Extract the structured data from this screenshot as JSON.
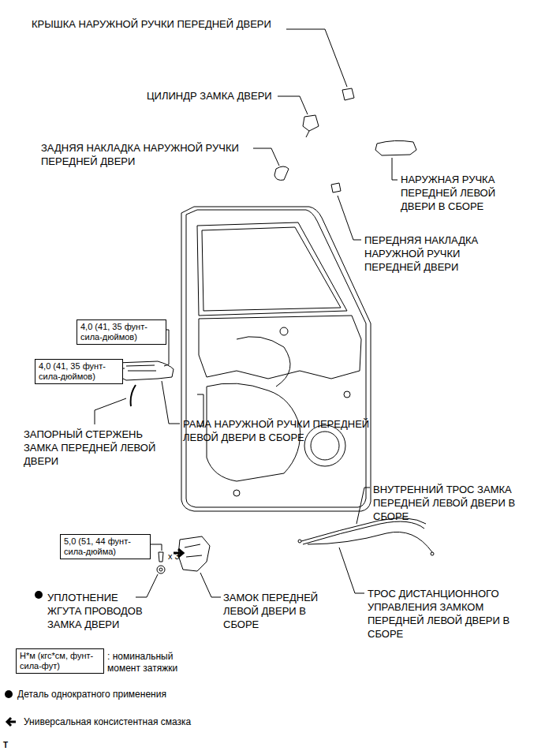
{
  "diagram": {
    "nodes": [
      {
        "text": [
          "4,0 (41, 35 фунт-сила-дюймов)"
        ]
      },
      {
        "text": [
          "4,0 (41, 35 фунт-сила-дюймов)"
        ]
      },
      {
        "text": [
          "5,0 (51, 44 фунт-сила-дюйма)"
        ]
      },
      {
        "text": [
          "Н*м (кгс*см, фунт-сила-фут)"
        ]
      }
    ],
    "labels": [
      "КРЫШКА НАРУЖНОЙ РУЧКИ ПЕРЕДНЕЙ ДВЕРИ",
      "ЦИЛИНДР ЗАМКА ДВЕРИ",
      "ЗАДНЯЯ НАКЛАДКА НАРУЖНОЙ РУЧКИ ПЕРЕДНЕЙ ДВЕРИ",
      "НАРУЖНАЯ РУЧКА ПЕРЕДНЕЙ ЛЕВОЙ ДВЕРИ В СБОРЕ",
      "ПЕРЕДНЯЯ НАКЛАДКА НАРУЖНОЙ РУЧКИ ПЕРЕДНЕЙ ДВЕРИ",
      "РАМА НАРУЖНОЙ РУЧКИ ПЕРЕДНЕЙ ЛЕВОЙ ДВЕРИ В СБОРЕ",
      "ЗАПОРНЫЙ СТЕРЖЕНЬ ЗАМКА ПЕРЕДНЕЙ ЛЕВОЙ ДВЕРИ",
      "ВНУТРЕННИЙ ТРОС ЗАМКА ПЕРЕДНЕЙ ЛЕВОЙ ДВЕРИ В СБОРЕ",
      "x 3",
      "УПЛОТНЕНИЕ ЖГУТА ПРОВОДОВ ЗАМКА ДВЕРИ",
      "ЗАМОК ПЕРЕДНЕЙ ЛЕВОЙ ДВЕРИ В СБОРЕ",
      "ТРОС ДИСТАНЦИОННОГО УПРАВЛЕНИЯ ЗАМКОМ ПЕРЕДНЕЙ ЛЕВОЙ ДВЕРИ В СБОРЕ",
      "Т"
    ],
    "legend": [
      {
        "text": ": номинальный момент затяжки"
      },
      {
        "text": "Деталь однократного применения"
      },
      {
        "text": "Универсальная консистентная смазка"
      }
    ]
  }
}
